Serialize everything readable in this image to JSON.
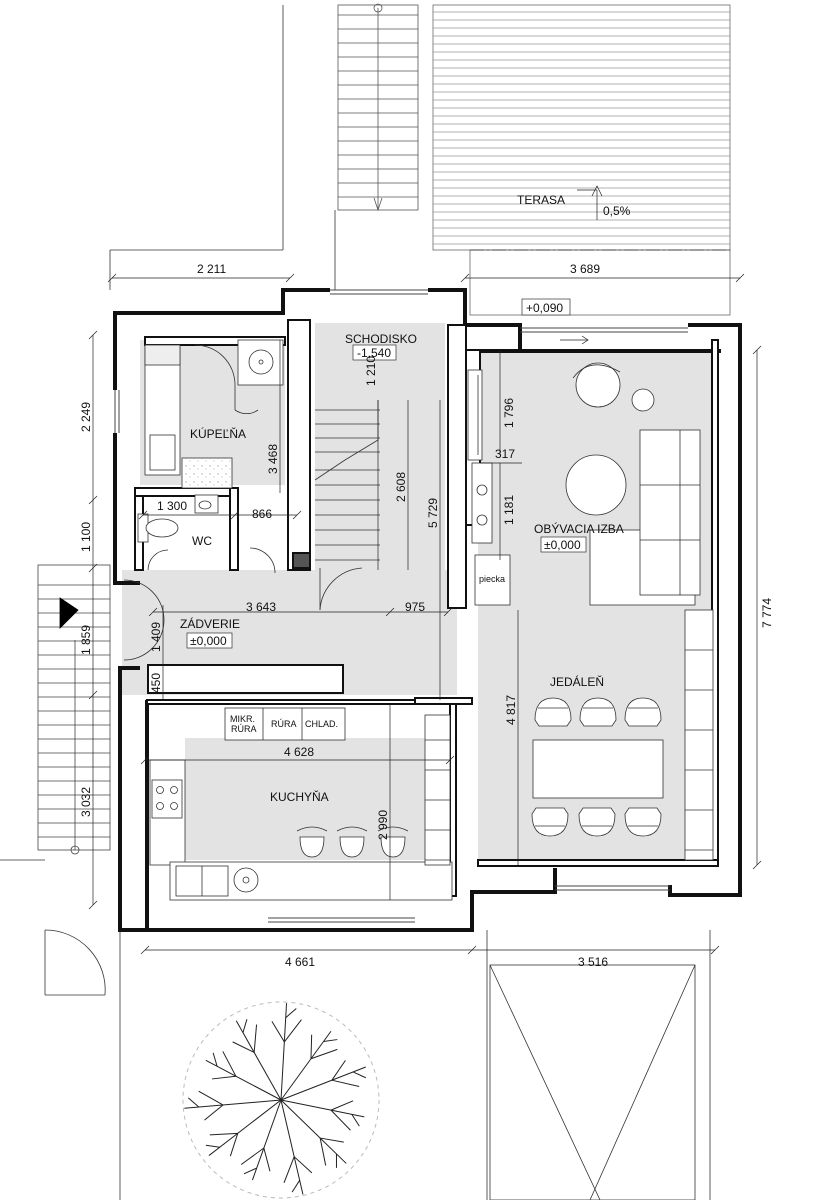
{
  "rooms": {
    "terasa": "TERASA",
    "slope": "0,5%",
    "terrace_level": "+0,090",
    "schodisko": "SCHODISKO",
    "schodisko_level": "-1,540",
    "kupelna": "KÚPEĽŇA",
    "wc": "WC",
    "zadverie": "ZÁDVERIE",
    "zadverie_level": "±0,000",
    "obyvacia": "OBÝVACIA IZBA",
    "obyvacia_level": "±0,000",
    "jedalen": "JEDÁLEŇ",
    "kuchyna": "KUCHYŇA"
  },
  "fixtures": {
    "piecka": "piecka",
    "mikr_1": "MIKR.",
    "mikr_2": "RÚRA",
    "rura": "RÚRA",
    "chlad": "CHLAD."
  },
  "dimensions": {
    "top_left": "2 211",
    "top_right": "3 689",
    "left_2249": "2 249",
    "left_1100": "1 100",
    "left_1859": "1 859",
    "left_3032": "3 032",
    "bottom_left": "4 661",
    "bottom_right": "3 516",
    "right_total": "7 774",
    "kup_3468": "3 468",
    "wc_1300": "1 300",
    "wc_866": "866",
    "stair_1210": "1 210",
    "stair_2608": "2 608",
    "stair_5729": "5 729",
    "liv_1796": "1 796",
    "liv_317": "317",
    "liv_1181": "1 181",
    "zad_3643": "3 643",
    "zad_975": "975",
    "zad_1409": "1 409",
    "zad_450": "450",
    "kit_4628": "4 628",
    "kit_2990": "2 990",
    "din_4817": "4 817"
  }
}
